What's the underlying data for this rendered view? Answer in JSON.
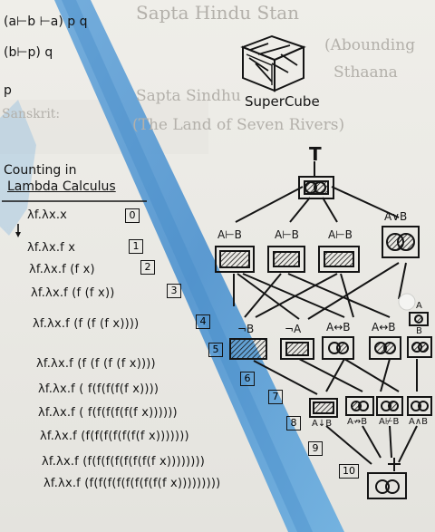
{
  "top_left": {
    "line1": "(a⊢b ⊢a) p q",
    "line2": "(b⊢p) q",
    "line3": "p"
  },
  "ghost_text": {
    "a": "Sapta Hindu Stan",
    "b": "(Abounding",
    "c": "Sthaana",
    "d": "Sanskrit:",
    "e": "Sapta Sindhu",
    "f": "(The Land of Seven Rivers)"
  },
  "supercube_label": "SuperCube",
  "counting": {
    "title1": "Counting in",
    "title2": "Lambda Calculus",
    "rows": [
      {
        "expr": "λf.λx.x",
        "n": "0"
      },
      {
        "expr": "λf.λx.f x",
        "n": "1"
      },
      {
        "expr": "λf.λx.f (f x)",
        "n": "2"
      },
      {
        "expr": "λf.λx.f (f (f x))",
        "n": "3"
      },
      {
        "expr": "λf.λx.f (f (f (f x))))",
        "n": "4"
      },
      {
        "expr": "λf.λx.f (f (f (f (f x))))",
        "n": "5"
      },
      {
        "expr": "λf.λx.f ( f(f(f(f(f x))))",
        "n": "6"
      },
      {
        "expr": "λf.λx.f ( f(f(f(f(f(f x))))))",
        "n": "7"
      },
      {
        "expr": "λf.λx.f (f(f(f(f(f(f(f x)))))))",
        "n": "8"
      },
      {
        "expr": "λf.λx.f (f(f(f(f(f(f(f(f x))))))))",
        "n": "9"
      },
      {
        "expr": "λf.λx.f (f(f(f(f(f(f(f(f(f x)))))))))",
        "n": "10"
      }
    ]
  },
  "lattice": {
    "top": "T",
    "bottom": "⊥",
    "level1": [
      "A⊢B",
      "A⊢B",
      "A⊢B",
      "A∨B"
    ],
    "level2": [
      "¬B",
      "¬A",
      "A↔B",
      "A↔B"
    ],
    "level2_side": [
      "A",
      "B"
    ],
    "level3": [
      "A↓B",
      "A↛B",
      "A⊬B",
      "A∧B"
    ]
  },
  "colors": {
    "paint_stripe": "#5b9fd4",
    "ink": "#141414",
    "ghost": "#b3b0aa"
  }
}
